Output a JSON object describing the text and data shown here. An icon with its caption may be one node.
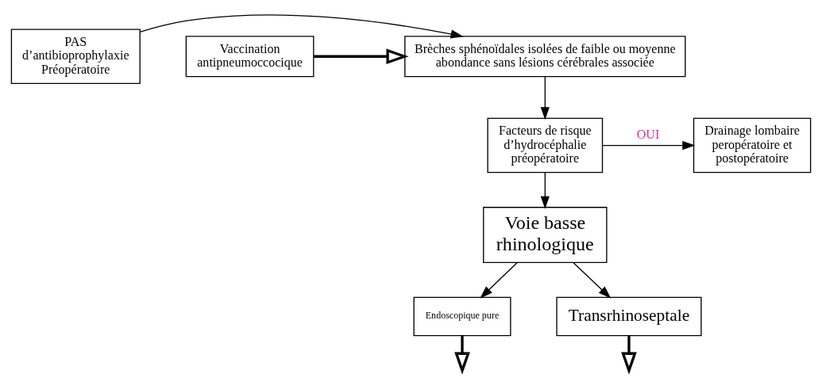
{
  "diagram": {
    "nodes": [
      {
        "text": [
          "PAS d’antibioprophylaxie Préopératoire"
        ]
      },
      {
        "text": [
          "Brèches sphénoïdales isolées de faible ou moyenne abondance sans lésions cérébrales associée"
        ]
      },
      {
        "text": [
          "Vaccination antipneumoccocique"
        ]
      },
      {
        "text": [
          "Facteurs de risque d’hydrocéphalie préopératoire"
        ]
      },
      {
        "text": [
          "Drainage lombaire peropératoire et postopératoire"
        ]
      },
      {
        "text": [
          "Voie basse rhinologique"
        ]
      },
      {
        "text": [
          "Endoscopique pure"
        ]
      },
      {
        "text": [
          "Transrhinoseptale"
        ]
      }
    ],
    "edges": [
      {
        "from": 0,
        "to": 1,
        "arrow": "to"
      },
      {
        "from": 2,
        "to": 1,
        "arrow": "to",
        "style": "thick"
      },
      {
        "from": 1,
        "to": 3,
        "arrow": "to"
      },
      {
        "from": 3,
        "to": 4,
        "arrow": "to",
        "label": "OUI"
      },
      {
        "from": 3,
        "to": 5,
        "arrow": "to"
      },
      {
        "from": 5,
        "to": 6,
        "arrow": "to"
      },
      {
        "from": 5,
        "to": 7,
        "arrow": "to"
      },
      {
        "from": 6,
        "to": null,
        "arrow": "to",
        "style": "thick"
      },
      {
        "from": 7,
        "to": null,
        "arrow": "to",
        "style": "thick"
      }
    ]
  }
}
